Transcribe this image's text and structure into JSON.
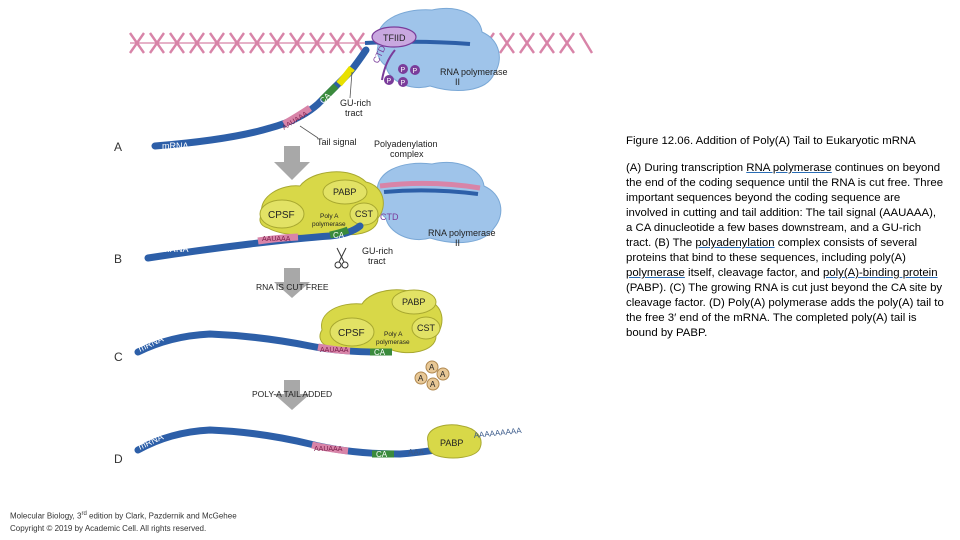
{
  "figure": {
    "panels": {
      "a": "A",
      "b": "B",
      "c": "C",
      "d": "D"
    },
    "labels": {
      "tfiid": "TFIID",
      "ctd": "CTD",
      "p": "P",
      "rnapol_line1": "RNA polymerase",
      "rnapol_line2": "II",
      "ca": "CA",
      "gu_line1": "GU-rich",
      "gu_line2": "tract",
      "aauaaa": "AAUAAA",
      "tail_signal": "Tail signal",
      "polyad_line1": "Polyadenylation",
      "polyad_line2": "complex",
      "mrna": "mRNA",
      "pabp": "PABP",
      "cpsf": "CPSF",
      "cst": "CST",
      "polya_line1": "Poly A",
      "polya_line2": "polymerase",
      "rna_cut_free": "RNA IS CUT FREE",
      "polya_tail_added": "POLY-A TAIL ADDED",
      "a": "A",
      "aaa": "AAA",
      "tail": "AAAAAAAAA"
    }
  },
  "caption": {
    "title": "Figure 12.06. Addition of Poly(A) Tail to Eukaryotic mRNA",
    "body": [
      "(A) During transcription ",
      "RNA polymerase",
      " continues on beyond the end of the coding sequence until the RNA is cut free. Three important sequences beyond the coding sequence are involved in cutting and tail addition: The tail signal (AAUAAA), a CA dinucleotide a few bases downstream, and a GU-rich tract. (B) The ",
      "polyadenylation",
      " complex consists of several proteins that bind to these sequences, including poly(A) ",
      "polymerase",
      " itself, cleavage factor, and ",
      "poly(A)-binding protein",
      " (PABP). (C) The growing RNA is cut just beyond the CA site by cleavage factor. (D) Poly(A) polymerase adds the poly(A) tail to the free 3′ end of the mRNA. The completed poly(A) tail is bound by PABP."
    ]
  },
  "credit": {
    "line1_a": "Molecular Biology, 3",
    "line1_sup": "rd",
    "line1_b": " edition by Clark, Pazdernik and  McGehee",
    "line2": "Copyright © 2019 by Academic Cell. All rights reserved."
  },
  "colors": {
    "dna": "#d884a8",
    "mrna_blue": "#2d5fa8",
    "green": "#3a8a3c",
    "yellow": "#e8e000",
    "pol_blue": "#9fc4ea",
    "complex_yellow": "#d8d848",
    "ctd_purple": "#7a3c9a",
    "arrow_gray": "#a8a8a8"
  }
}
